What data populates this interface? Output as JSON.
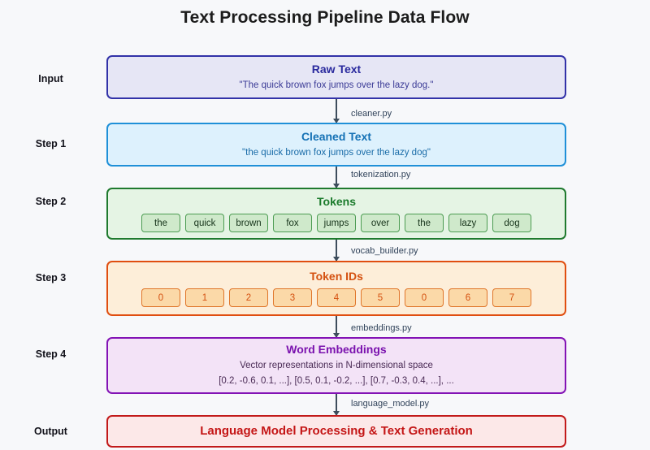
{
  "title": "Text Processing Pipeline Data Flow",
  "colors": {
    "background": "#f7f8fa",
    "title": "#1c1c1c",
    "connector": "#3d4d5c",
    "edge_label": "#31435a",
    "indigo": "#3232a8",
    "blue": "#1f90d8",
    "green": "#1f7a2e",
    "orange": "#e04e10",
    "purple": "#8313b5",
    "red": "#c21a1a"
  },
  "stages": [
    {
      "row_label": "Input",
      "title": "Raw Text",
      "subtitle": "\"The quick brown fox jumps over the lazy dog.\""
    },
    {
      "row_label": "Step 1",
      "title": "Cleaned Text",
      "subtitle": "\"the quick brown fox jumps over the lazy dog\""
    },
    {
      "row_label": "Step 2",
      "title": "Tokens",
      "chips": [
        "the",
        "quick",
        "brown",
        "fox",
        "jumps",
        "over",
        "the",
        "lazy",
        "dog"
      ]
    },
    {
      "row_label": "Step 3",
      "title": "Token IDs",
      "chips": [
        "0",
        "1",
        "2",
        "3",
        "4",
        "5",
        "0",
        "6",
        "7"
      ]
    },
    {
      "row_label": "Step 4",
      "title": "Word Embeddings",
      "subtitle": "Vector representations in N-dimensional space",
      "subtitle2": "[0.2, -0.6, 0.1, ...], [0.5, 0.1, -0.2, ...], [0.7, -0.3, 0.4, ...], ..."
    },
    {
      "row_label": "Output",
      "title": "Language Model Processing & Text Generation"
    }
  ],
  "edges": [
    {
      "label": "cleaner.py"
    },
    {
      "label": "tokenization.py"
    },
    {
      "label": "vocab_builder.py"
    },
    {
      "label": "embeddings.py"
    },
    {
      "label": "language_model.py"
    }
  ]
}
